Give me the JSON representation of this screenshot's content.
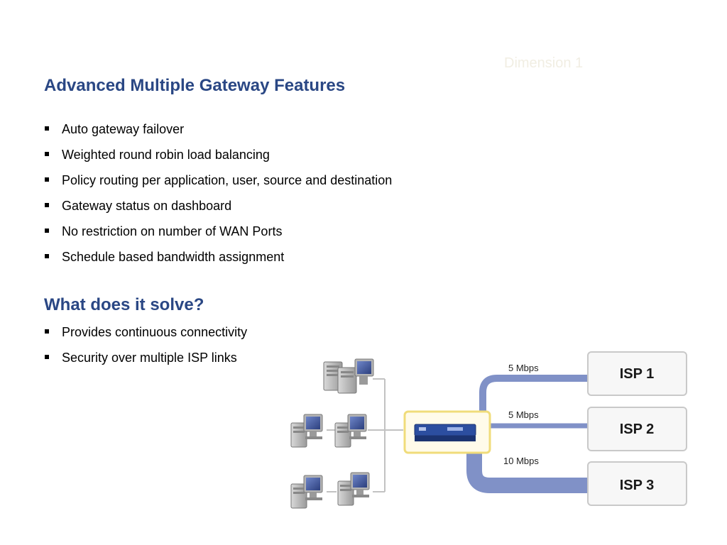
{
  "watermark": "Dimension 1",
  "section1": {
    "title": "Advanced Multiple Gateway Features",
    "items": [
      "Auto gateway failover",
      "Weighted round robin load balancing",
      "Policy routing per application, user, source and destination",
      "Gateway status on dashboard",
      "No restriction on number of WAN Ports",
      "Schedule based bandwidth assignment"
    ]
  },
  "section2": {
    "title": "What does it solve?",
    "items": [
      "Provides continuous connectivity",
      "Security over multiple ISP links"
    ]
  },
  "diagram": {
    "links": [
      {
        "bandwidth": "5 Mbps",
        "isp": "ISP 1"
      },
      {
        "bandwidth": "5 Mbps",
        "isp": "ISP 2"
      },
      {
        "bandwidth": "10 Mbps",
        "isp": "ISP 3"
      }
    ],
    "colors": {
      "link": "#8091c7",
      "appliance_border": "#f0dc7a",
      "appliance": "#2c4ea0",
      "heading": "#2a4784"
    },
    "icons": [
      "server-icon",
      "workstation-icon",
      "gateway-appliance-icon"
    ]
  }
}
